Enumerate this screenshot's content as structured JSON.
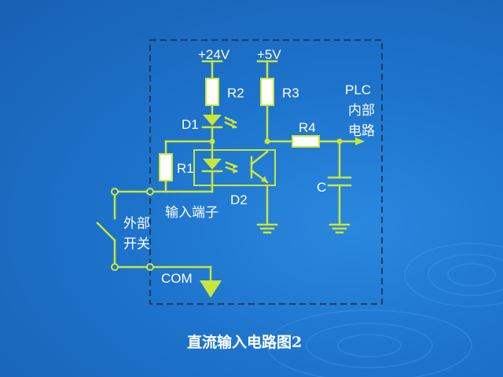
{
  "colors": {
    "background": "#1d73cc",
    "wire": "#c8e63a",
    "text": "#ffffff",
    "resistor_fill": "#ffffff",
    "border": "#1a2a40"
  },
  "labels": {
    "supply_24v": "+24V",
    "supply_5v": "+5V",
    "r2": "R2",
    "r3": "R3",
    "r4": "R4",
    "r1": "R1",
    "d1": "D1",
    "d2": "D2",
    "c": "C",
    "com": "COM",
    "plc_1": "PLC",
    "plc_2": "内部",
    "plc_3": "电路",
    "switch_1": "外部",
    "switch_2": "开关",
    "input_terminal": "输入端子"
  },
  "caption": "直流输入电路图2",
  "icons": [
    "ground-symbol",
    "led-symbol",
    "phototransistor-symbol",
    "capacitor-symbol",
    "switch-symbol"
  ]
}
